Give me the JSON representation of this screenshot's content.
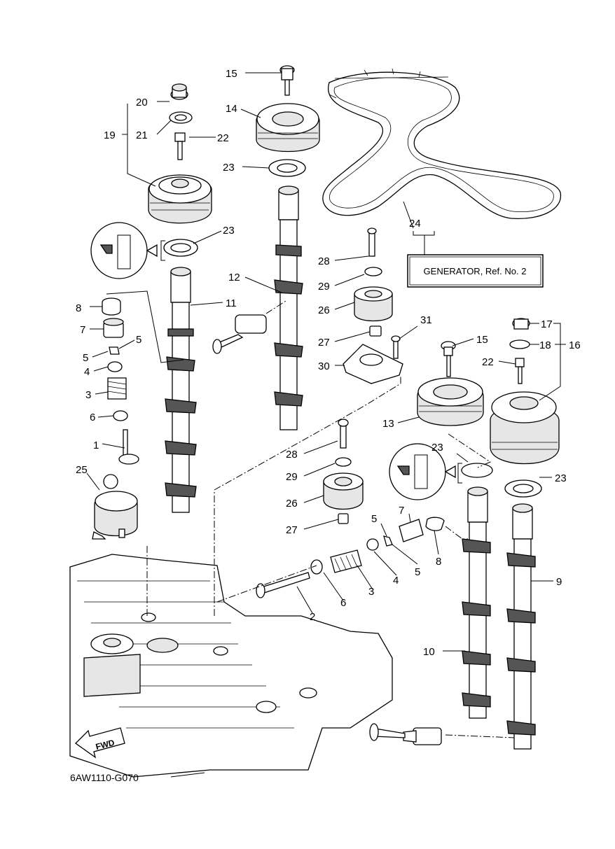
{
  "diagram": {
    "callouts": [
      "1",
      "2",
      "3",
      "4",
      "5",
      "6",
      "7",
      "8",
      "9",
      "10",
      "11",
      "12",
      "13",
      "14",
      "15",
      "16",
      "17",
      "18",
      "19",
      "20",
      "21",
      "22",
      "23",
      "24",
      "25",
      "26",
      "27",
      "28",
      "29",
      "30",
      "31"
    ],
    "reference_box": "GENERATOR,  Ref. No. 2",
    "fwd_label": "FWD",
    "diagram_code": "6AW1110-G070"
  }
}
